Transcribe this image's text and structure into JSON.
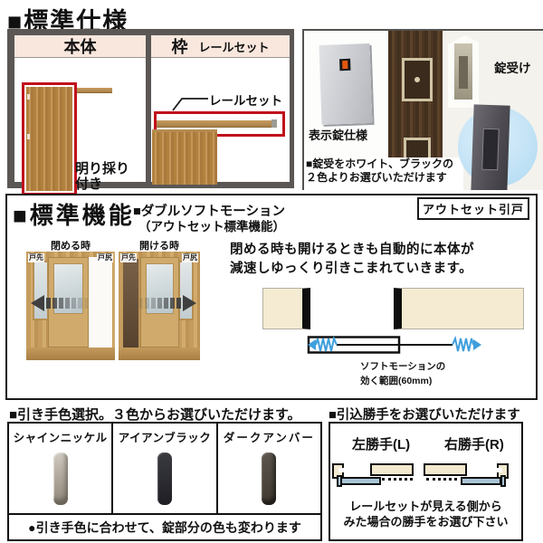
{
  "colors": {
    "accent_red": "#c1121c",
    "panel_gray": "#5b5755",
    "header_pink": "#f9e7dd",
    "wood_brown": "#b5883f",
    "beige_bar": "#f4ebd2",
    "soft_motion_blue": "#3f9fdc"
  },
  "spec": {
    "heading": "■標準仕様",
    "body_panel": {
      "title": "本体",
      "note_line1": "明り採り",
      "note_line2": "付き"
    },
    "frame_panel": {
      "title": "枠",
      "subtitle": "レールセット",
      "callout": "レールセット"
    },
    "photos": {
      "indicator_caption": "表示錠仕様",
      "receiver_caption": "錠受け",
      "note_line1": "■錠受をホワイト、ブラックの",
      "note_line2": "２色よりお選びいただけます"
    }
  },
  "features": {
    "heading": "■標準機能",
    "sub_line1": "■ダブルソフトモーション",
    "sub_line2": "（アウトセット標準機能）",
    "badge": "アウトセット引戸",
    "closing_label": "閉める時",
    "opening_label": "開ける時",
    "door_front_label": "戸先",
    "door_rear_label": "戸尻",
    "desc_line1": "閉める時も開けるときも自動的に本体が",
    "desc_line2": "減速しゆっくり引きこまれていきます。",
    "range_line1": "ソフトモーションの",
    "range_line2": "効く範囲(60mm)"
  },
  "handle_colors": {
    "heading": "■引き手色選択。３色からお選びいただけます。",
    "options": [
      {
        "label": "シャインニッケル"
      },
      {
        "label": "アイアンブラック"
      },
      {
        "label": "ダークアンバー"
      }
    ],
    "note": "●引き手色に合わせて、錠部分の色も変わります"
  },
  "pull_direction": {
    "heading": "■引込勝手をお選びいただけます",
    "left_label": "左勝手(L)",
    "right_label": "右勝手(R)",
    "note_line1": "レールセットが見える側から",
    "note_line2": "みた場合の勝手をお選び下さい"
  }
}
